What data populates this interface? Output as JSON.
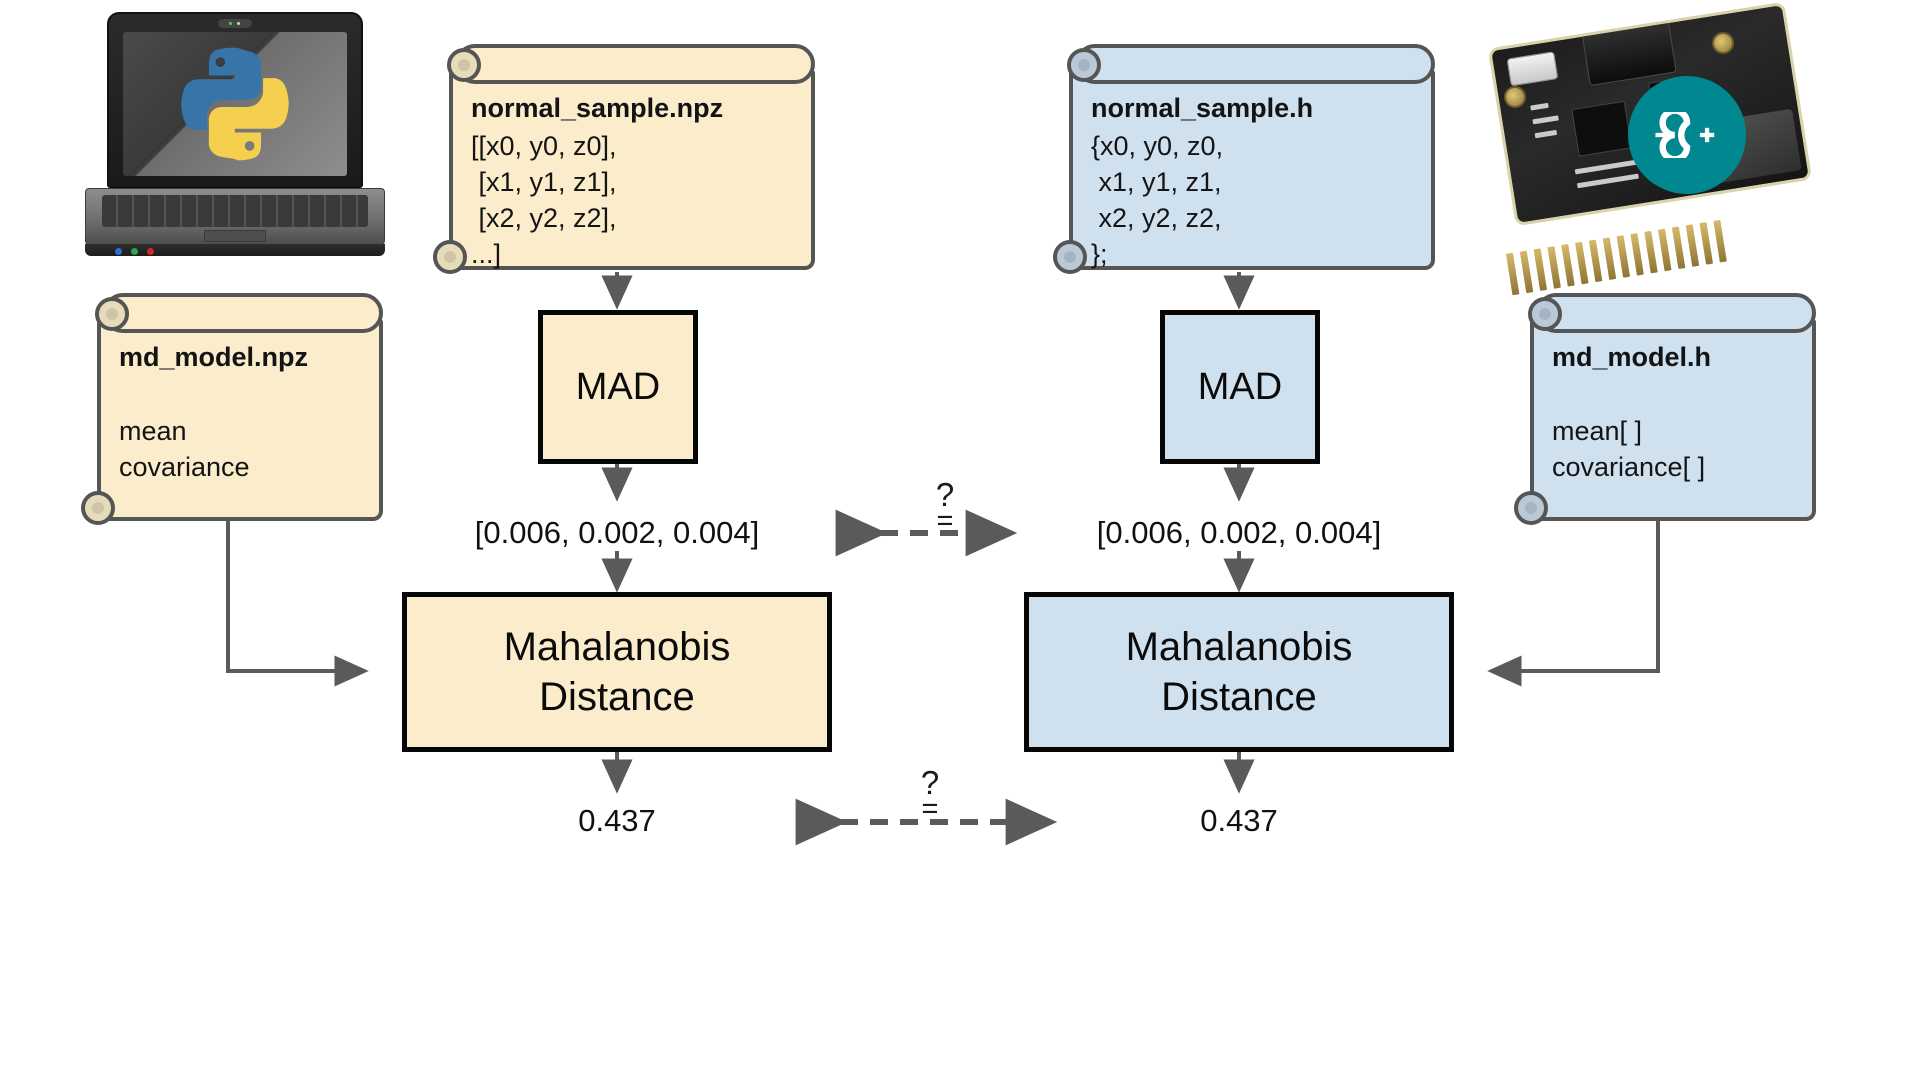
{
  "diagram": {
    "title": "Python vs Arduino Mahalanobis Distance verification pipeline",
    "colors": {
      "python_side_fill": "#fbeccb",
      "arduino_side_fill": "#cfe0ef",
      "note_border": "#555555",
      "box_border": "#060606",
      "wire": "#5a5a5a",
      "arduino_teal": "#00878f",
      "python_blue": "#3775a9",
      "python_yellow": "#f5d04f"
    },
    "left_column": {
      "platform_icon": "python-laptop-icon",
      "sample_note": {
        "title": "normal_sample.npz",
        "lines": [
          "[[x0, y0, z0],",
          " [x1, y1, z1],",
          " [x2, y2, z2],",
          "...]"
        ]
      },
      "model_note": {
        "title": "md_model.npz",
        "lines": [
          "mean",
          "covariance"
        ]
      },
      "mad_box_label": "MAD",
      "mad_output": "[0.006, 0.002, 0.004]",
      "distance_box_label_line1": "Mahalanobis",
      "distance_box_label_line2": "Distance",
      "distance_output": "0.437"
    },
    "right_column": {
      "platform_icon": "arduino-board-icon",
      "sample_note": {
        "title": "normal_sample.h",
        "lines": [
          "{x0, y0, z0,",
          " x1, y1, z1,",
          " x2, y2, z2,",
          "};"
        ]
      },
      "model_note": {
        "title": "md_model.h",
        "lines": [
          "mean[ ]",
          "covariance[ ]"
        ]
      },
      "mad_box_label": "MAD",
      "mad_output": "[0.006, 0.002, 0.004]",
      "distance_box_label_line1": "Mahalanobis",
      "distance_box_label_line2": "Distance",
      "distance_output": "0.437"
    },
    "comparisons": [
      {
        "name": "mad-output-comparison",
        "question_mark": "?",
        "equals_mark": "="
      },
      {
        "name": "distance-output-comparison",
        "question_mark": "?",
        "equals_mark": "="
      }
    ]
  }
}
